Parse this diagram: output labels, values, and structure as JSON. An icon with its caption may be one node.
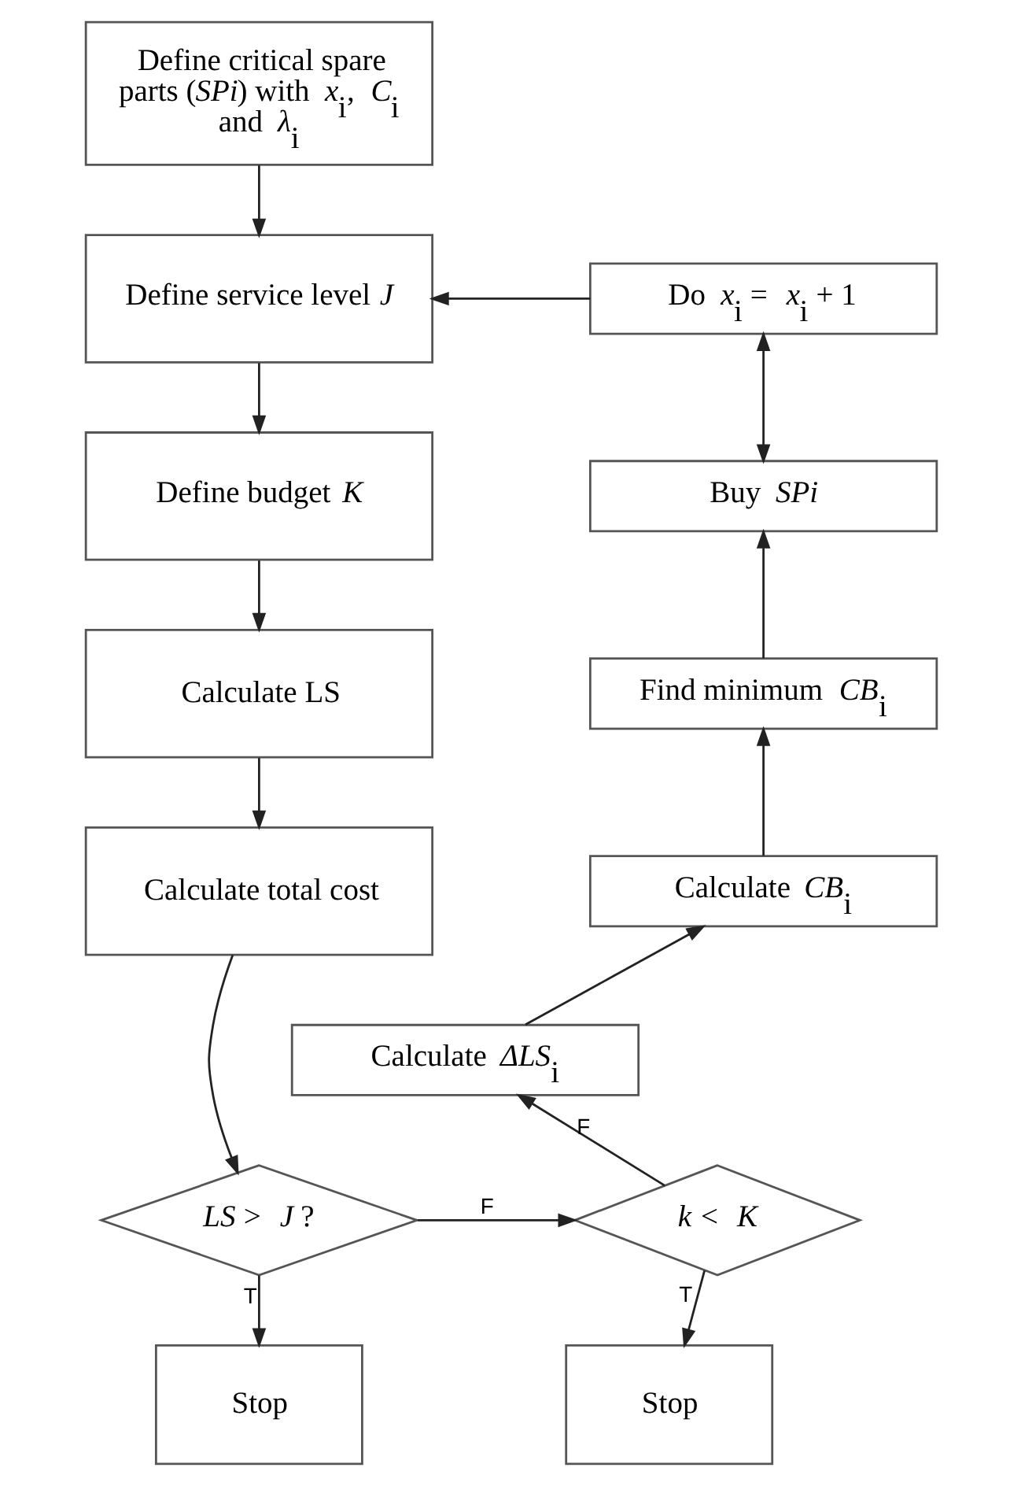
{
  "diagram": {
    "nodes": [
      {
        "text": [
          "Define critical spare parts (*SPi*) with *x*$_{i}$, *C*$_{i}$ and *λ*$_{i}$"
        ]
      },
      {
        "text": [
          "Define service level *J*"
        ]
      },
      {
        "text": [
          "Define budget *K*"
        ]
      },
      {
        "text": [
          "Calculate LS"
        ]
      },
      {
        "text": [
          "Calculate total cost"
        ]
      },
      {
        "text": [
          "*LS* > *J* ?"
        ]
      },
      {
        "text": [
          "Stop"
        ]
      },
      {
        "text": [
          "Do *x*$_{i}$ = *x*$_{i}$ + 1"
        ]
      },
      {
        "text": [
          "Buy *SPi*"
        ]
      },
      {
        "text": [
          "Find minimum *CB*$_{i}$"
        ]
      },
      {
        "text": [
          "Calculate *CB*$_{i}$"
        ]
      },
      {
        "text": [
          "Calculate *ΔLS*$_{i}$"
        ]
      },
      {
        "text": [
          "*k* < *K*"
        ]
      },
      {
        "text": [
          "Stop"
        ]
      }
    ],
    "edges": [
      {
        "from": 0,
        "to": 1,
        "arrow": "to"
      },
      {
        "from": 1,
        "to": 2,
        "arrow": "to"
      },
      {
        "from": 2,
        "to": 3,
        "arrow": "to"
      },
      {
        "from": 3,
        "to": 4,
        "arrow": "to"
      },
      {
        "from": 4,
        "to": 5,
        "arrow": "to"
      },
      {
        "from": 5,
        "to": 12,
        "arrow": "to",
        "label": "F"
      },
      {
        "from": 5,
        "to": 6,
        "arrow": "to",
        "label": "T"
      },
      {
        "from": 12,
        "to": 11,
        "arrow": "to",
        "label": "F"
      },
      {
        "from": 12,
        "to": 13,
        "arrow": "to",
        "label": "T"
      },
      {
        "from": 11,
        "to": 10,
        "arrow": "to"
      },
      {
        "from": 10,
        "to": 9,
        "arrow": "to"
      },
      {
        "from": 9,
        "to": 8,
        "arrow": "to"
      },
      {
        "from": 8,
        "to": 7,
        "arrow": "both"
      },
      {
        "from": 7,
        "to": 1,
        "arrow": "to"
      }
    ]
  }
}
